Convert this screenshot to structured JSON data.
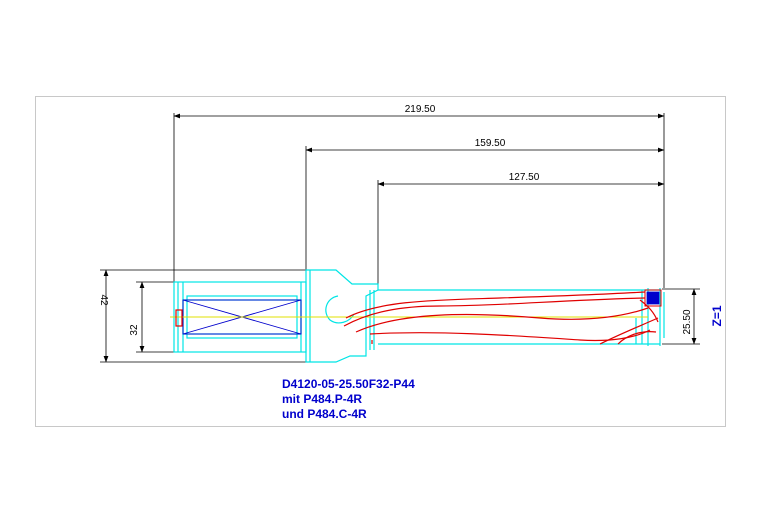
{
  "dimensions": {
    "overall_length": "219.50",
    "length_from_shank": "159.50",
    "body_length": "127.50",
    "flange_diameter": "42",
    "shank_diameter": "32",
    "drill_diameter": "25.50"
  },
  "flutes": "Z=1",
  "caption": {
    "line1": "D4120-05-25.50F32-P44",
    "line2": "mit P484.P-4R",
    "line3": "und P484.C-4R"
  },
  "colors": {
    "frame": "#c8c8c8",
    "dimension": "#000000",
    "outline": "#00e5e5",
    "flute": "#e00000",
    "hatch": "#0000cc",
    "centerline": "#e0e000",
    "label": "#0000cc",
    "insert": "#0000cc"
  }
}
